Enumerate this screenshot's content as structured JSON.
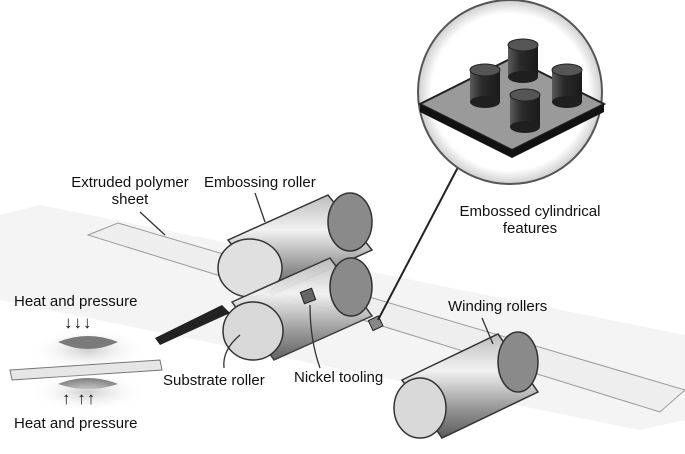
{
  "labels": {
    "extruded_line1": "Extruded polymer",
    "extruded_line2": "sheet",
    "embossing_roller": "Embossing roller",
    "embossed_line1": "Embossed cylindrical",
    "embossed_line2": "features",
    "heat_pressure_top": "Heat and pressure",
    "heat_pressure_bottom": "Heat and pressure",
    "winding_rollers": "Winding rollers",
    "substrate_roller": "Substrate roller",
    "nickel_tooling": "Nickel tooling"
  },
  "arrow_glyphs": {
    "down": "↓↓↓",
    "up": "↑ ↑↑"
  },
  "colors": {
    "roller_dark": "#3a3a3a",
    "roller_light": "#e6e6e6",
    "sheet": "#f2f2f2",
    "pillar": "#333333"
  }
}
